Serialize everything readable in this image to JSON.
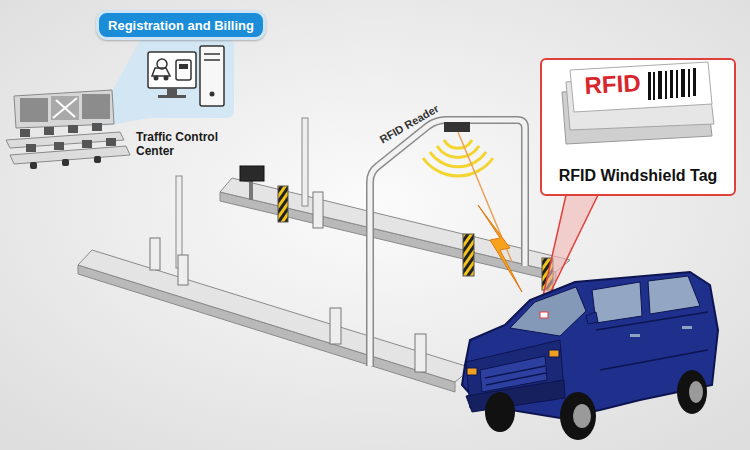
{
  "diagram": {
    "nodes": [
      {
        "text": [
          "Registration and Billing"
        ]
      },
      {
        "text": [
          "RFID Windshield Tag"
        ]
      }
    ],
    "labels": [
      "Traffic Control Center",
      "RFID Reader",
      "RFID"
    ]
  }
}
